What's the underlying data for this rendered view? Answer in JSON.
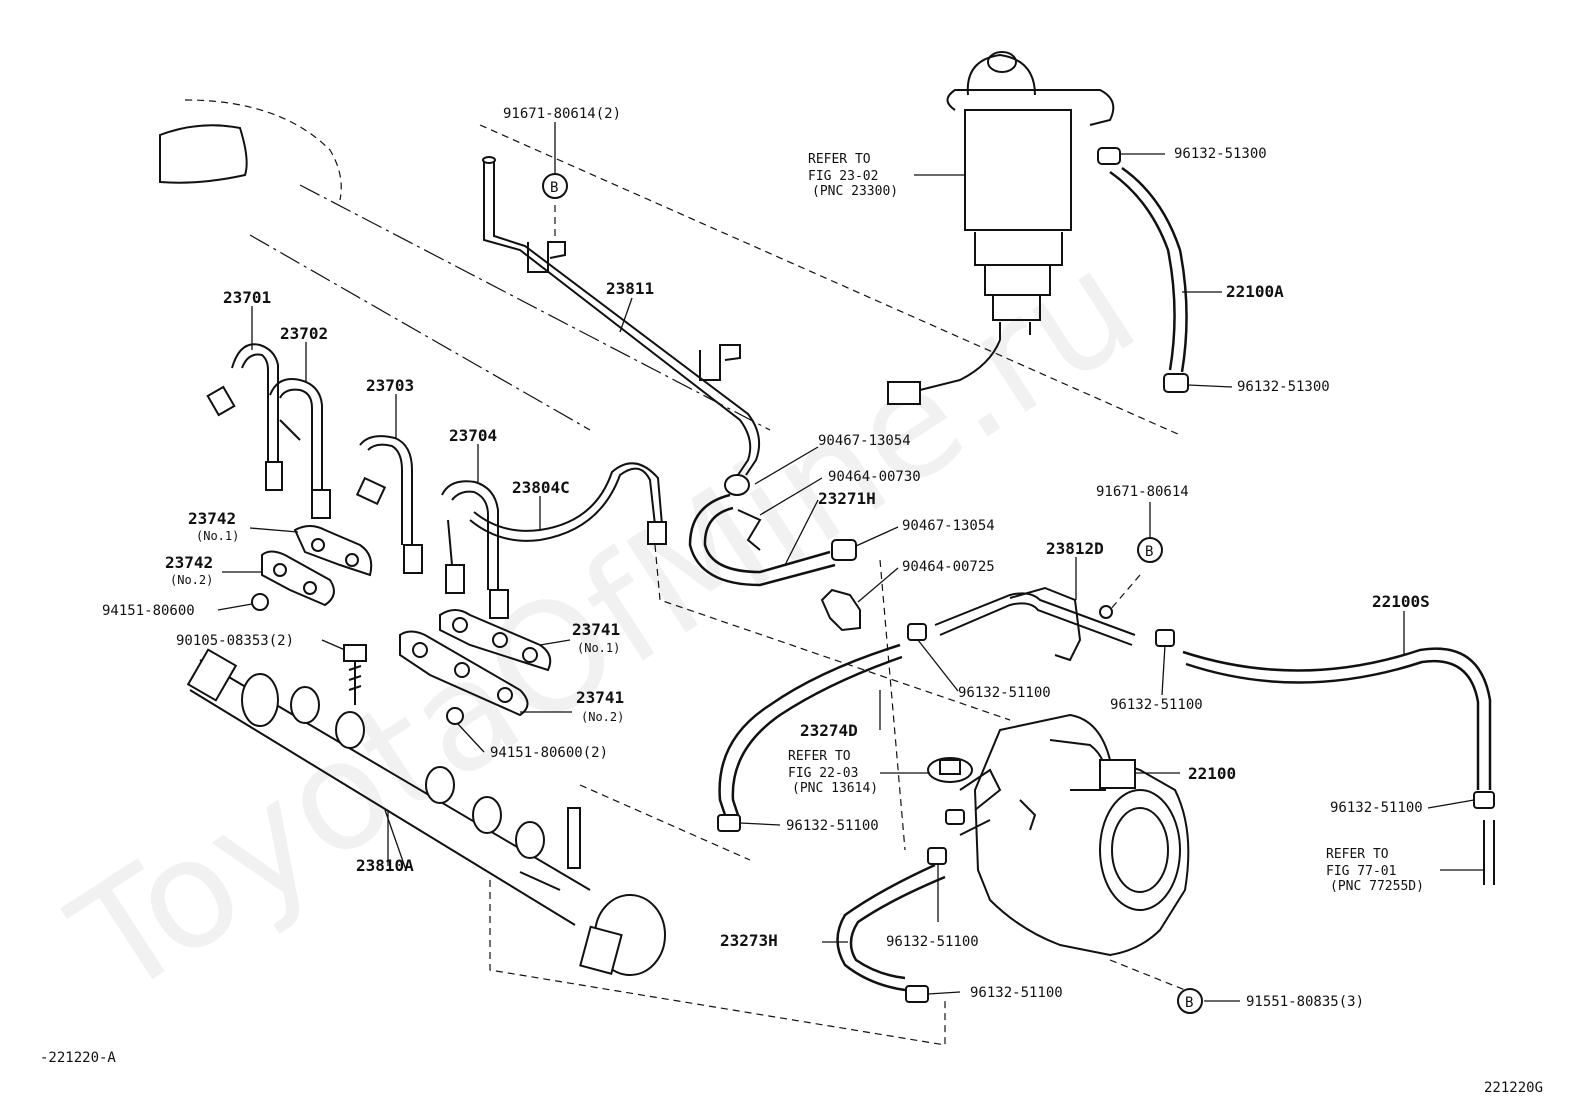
{
  "watermark": "ToyotaOfMine.ru",
  "diagram_code_left": "-221220-A",
  "diagram_code_right": "221220G",
  "refer_filter": {
    "line1": "REFER TO",
    "line2": "FIG 23-02",
    "line3": "(PNC 23300)"
  },
  "refer_cap": {
    "line1": "REFER TO",
    "line2": "FIG 22-03",
    "line3": "(PNC 13614)"
  },
  "refer_tank": {
    "line1": "REFER TO",
    "line2": "FIG 77-01",
    "line3": "(PNC 77255D)"
  },
  "callout_b": "B",
  "parts": {
    "p91671_2": "91671-80614(2)",
    "p23811": "23811",
    "p23701": "23701",
    "p23702": "23702",
    "p23703": "23703",
    "p23704": "23704",
    "p23804C": "23804C",
    "p23742a": "23742",
    "p23742a_sub": "(No.1)",
    "p23742b": "23742",
    "p23742b_sub": "(No.2)",
    "p94151": "94151-80600",
    "p90105": "90105-08353(2)",
    "p23741a": "23741",
    "p23741a_sub": "(No.1)",
    "p23741b": "23741",
    "p23741b_sub": "(No.2)",
    "p94151_2": "94151-80600(2)",
    "p23810A": "23810A",
    "p96132_top": "96132-51300",
    "p22100A": "22100A",
    "p96132_mid": "96132-51300",
    "p90467a": "90467-13054",
    "p90464_730": "90464-00730",
    "p23271H": "23271H",
    "p90467b": "90467-13054",
    "p90464_725": "90464-00725",
    "p91671": "91671-80614",
    "p23812D": "23812D",
    "p22100S": "22100S",
    "p96132_51100_a": "96132-51100",
    "p96132_51100_b": "96132-51100",
    "p23274D": "23274D",
    "p22100": "22100",
    "p96132_51100_c": "96132-51100",
    "p96132_51100_d": "96132-51100",
    "p96132_51100_e": "96132-51100",
    "p23273H": "23273H",
    "p96132_51100_f": "96132-51100",
    "p91551": "91551-80835(3)"
  }
}
